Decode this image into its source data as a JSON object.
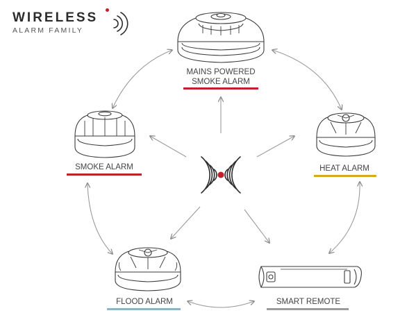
{
  "logo": {
    "title": "WIRELESS",
    "subtitle": "ALARM FAMILY",
    "dot_color": "#c0202a",
    "icon": "wireless-signal-icon"
  },
  "center_icon": "wireless-signal-icon",
  "devices": {
    "mains": {
      "line1": "MAINS POWERED",
      "line2": "SMOKE ALARM",
      "underline_color": "#c0202a",
      "icon": "mains-smoke-alarm-icon"
    },
    "heat": {
      "label": "HEAT ALARM",
      "underline_color": "#d6a91f",
      "icon": "heat-alarm-icon"
    },
    "smoke": {
      "label": "SMOKE ALARM",
      "underline_color": "#c0202a",
      "icon": "smoke-alarm-icon"
    },
    "flood": {
      "label": "FLOOD ALARM",
      "underline_color": "#8fb3c8",
      "icon": "flood-alarm-icon"
    },
    "remote": {
      "label": "SMART REMOTE",
      "underline_color": "#9a9a9a",
      "icon": "smart-remote-icon"
    }
  }
}
